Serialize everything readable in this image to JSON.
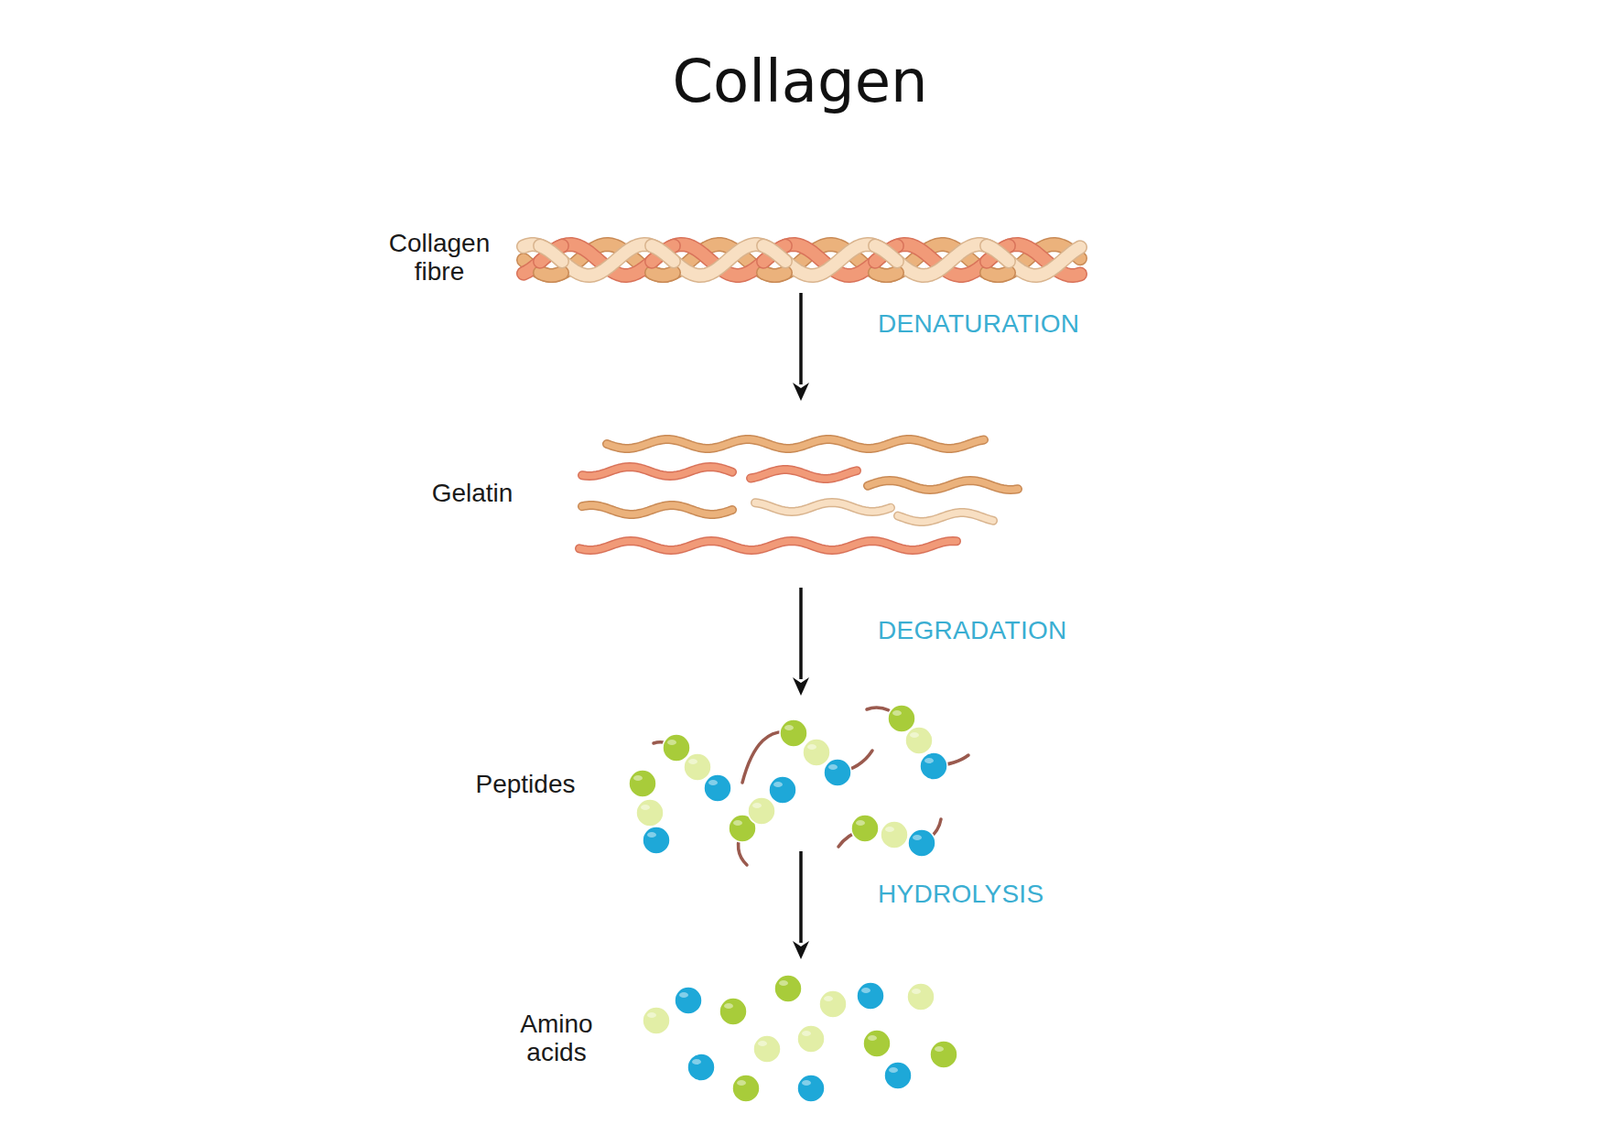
{
  "diagram": {
    "title": "Collagen",
    "nodes": [
      {
        "text": [
          "Collagen fibre"
        ]
      },
      {
        "text": [
          "Gelatin"
        ]
      },
      {
        "text": [
          "Peptides"
        ]
      },
      {
        "text": [
          "Amino acids"
        ]
      }
    ],
    "edges": [
      {
        "from": 0,
        "to": 1,
        "label": "DENATURATION",
        "arrow": "to"
      },
      {
        "from": 1,
        "to": 2,
        "label": "DEGRADATION",
        "arrow": "to"
      },
      {
        "from": 2,
        "to": 3,
        "label": "HYDROLYSIS",
        "arrow": "to"
      }
    ]
  }
}
